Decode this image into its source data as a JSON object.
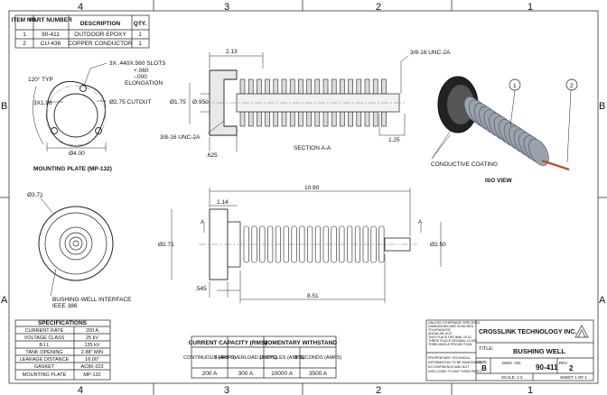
{
  "zones": {
    "cols": [
      "4",
      "3",
      "2",
      "1"
    ],
    "rows": [
      "B",
      "A"
    ]
  },
  "bom": {
    "headers": [
      "ITEM NO.",
      "PART NUMBER",
      "DESCRIPTION",
      "QTY."
    ],
    "rows": [
      [
        "1",
        "90-411",
        "OUTDOOR EPOXY",
        "1"
      ],
      [
        "2",
        "CU-436",
        "COPPER CONDUCTOR",
        "1"
      ]
    ]
  },
  "mounting_plate": {
    "title": "MOUNTING PLATE (MP-132)",
    "angle": "120° TYP",
    "bolt_circle": "3X1.96",
    "slots": [
      "3X .440X.560 SLOTS",
      "+.060",
      "-.000",
      "ELONGATION"
    ],
    "cutout": "Ø2.75 CUTOUT",
    "outer_dia": "Ø4.00"
  },
  "section": {
    "title": "SECTION A-A",
    "dim_213": "2.13",
    "thread_top": "3/8-16 UNC-2A",
    "dia_175": "Ø1.75",
    "dia_950": "Ø.950",
    "thread_bottom": "3/8-16 UNC-2A",
    "dim_125": "1.25",
    "dim_625": ".625"
  },
  "iso": {
    "title": "ISO VIEW",
    "coating": "CONDUCTIVE COATING",
    "balloons": [
      "1",
      "2"
    ]
  },
  "end_view": {
    "dia": "Ø3.71",
    "interface": "BUSHING-WELL INTERFACE",
    "standard": "IEEE 386"
  },
  "side_view": {
    "length": "10.90",
    "dim_114": "1.14",
    "dia_271": "Ø2.71",
    "dia_250": "Ø2.50",
    "dim_545": ".545",
    "dim_851": "8.51",
    "section_mark": "A"
  },
  "specs": {
    "title": "SPECIFICATIONS",
    "rows": [
      [
        "CURRENT RATE",
        "200 A"
      ],
      [
        "VOLTAGE CLASS",
        "25 kV"
      ],
      [
        "B.I.L",
        "125 kV"
      ],
      [
        "TANK OPENING",
        "2.88\" MIN"
      ],
      [
        "LEAKAGE DISTANCE",
        "16.00\""
      ],
      [
        "GASKET",
        "AC86-223"
      ],
      [
        "MOUNTING PLATE",
        "MP-132"
      ]
    ]
  },
  "capacity": {
    "title": "CURRENT CAPACITY (RMS)",
    "momentary": "MOMENTARY WITHSTAND",
    "headers": [
      "CONTINUOUS (AMPS)",
      "8 HRS OVERLOAD (AMPS)",
      "10 CYCLES (AMPS)",
      "3 SECONDS (AMPS)"
    ],
    "values": [
      "200 A",
      "300 A",
      "10000 A",
      "3500 A"
    ]
  },
  "title_block": {
    "company": "CROSSLINK TECHNOLOGY INC.",
    "title_label": "TITLE:",
    "title": "BUSHING WELL",
    "size_label": "SIZE",
    "size": "B",
    "dwg_label": "DWG. NO.",
    "dwg_no": "90-411",
    "rev_label": "REV",
    "rev": "2",
    "scale": "SCALE: 1:2",
    "sheet": "SHEET 1 OF 1",
    "notes": [
      "UNLESS OTHERWISE SPECIFIED:",
      "DIMENSIONS ARE IN INCHES",
      "TOLERANCES:",
      "ANGULAR ±0.5°",
      "TWO PLACE DECIMAL  ±0.01",
      "THREE PLACE DECIMAL  ±0.005",
      "THIRD ANGLE PROJECTION"
    ],
    "proprietary": [
      "PROPRIETARY TECHNICAL",
      "INFORMATION TO BE MAINTAINED",
      "IN CONFIDENCE AND NOT",
      "DISCLOSED TO ANY THIRD PARTY."
    ]
  }
}
